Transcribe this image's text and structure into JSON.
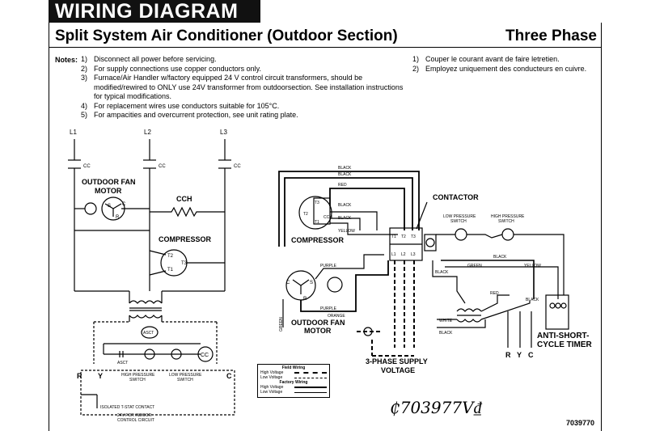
{
  "header": {
    "title": "WIRING DIAGRAM",
    "subtitle": "Split System Air Conditioner (Outdoor Section)",
    "phase": "Three Phase"
  },
  "notes": {
    "label": "Notes:",
    "items": [
      {
        "num": "1)",
        "text": "Disconnect all power before servicing."
      },
      {
        "num": "2)",
        "text": "For supply connections use copper conductors only."
      },
      {
        "num": "3)",
        "text": "Furnace/Air Handler w/factory equipped 24 V control circuit transformers, should be modified/rewired to ONLY use 24V transformer from outdoorsection. See installation instructions for typical modifications."
      },
      {
        "num": "4)",
        "text": "For replacement wires use conductors suitable for 105°C."
      },
      {
        "num": "5)",
        "text": "For ampacities and overcurrent protection, see unit rating plate."
      }
    ],
    "french": [
      {
        "num": "1)",
        "text": "Couper le courant avant de faire letretien."
      },
      {
        "num": "2)",
        "text": "Employez uniquement des conducteurs en cuivre."
      }
    ]
  },
  "left": {
    "l1": "L1",
    "l2": "L2",
    "l3": "L3",
    "cc": "CC",
    "fan_motor": "OUTDOOR FAN",
    "fan_motor2": "MOTOR",
    "cch": "CCH",
    "compressor": "COMPRESSOR",
    "t1": "T1",
    "t2": "T2",
    "t3": "T3",
    "s": "S",
    "c": "C",
    "r": "R",
    "asct": "ASCT",
    "hps": "HIGH PRESSURE",
    "hps2": "SWITCH",
    "lps": "LOW PRESSURE",
    "lps2": "SWITCH",
    "r_term": "R",
    "y_term": "Y",
    "c_term": "C",
    "isolated": "ISOLATED T-STAT CONTACT",
    "indoor": "24V FOR INDOOR",
    "indoor2": "CONTROL CIRCUIT"
  },
  "right": {
    "compressor": "COMPRESSOR",
    "contactor": "CONTACTOR",
    "fan_motor": "OUTDOOR FAN",
    "fan_motor2": "MOTOR",
    "lps": "LOW PRESSURE",
    "lps2": "SWITCH",
    "hps": "HIGH PRESSURE",
    "hps2": "SWITCH",
    "supply": "3-PHASE SUPPLY",
    "supply2": "VOLTAGE",
    "timer": "ANTI-SHORT-",
    "timer2": "CYCLE TIMER",
    "cch": "CCH",
    "wires": {
      "black": "BLACK",
      "red": "RED",
      "yellow": "YELLOW",
      "purple": "PURPLE",
      "orange": "ORANGE",
      "green": "GREEN",
      "white": "WHITE"
    },
    "terms": {
      "t1": "T1",
      "t2": "T2",
      "t3": "T3",
      "l1": "L1",
      "l2": "L2",
      "l3": "L3",
      "r": "R",
      "y": "Y",
      "c": "C",
      "s": "S"
    }
  },
  "legend": {
    "field": "Field Wiring",
    "factory": "Factory Wiring",
    "high": "High Voltage",
    "low": "Low Voltage"
  },
  "footer": {
    "signature": "₵703977V₫",
    "doc_number": "7039770"
  }
}
